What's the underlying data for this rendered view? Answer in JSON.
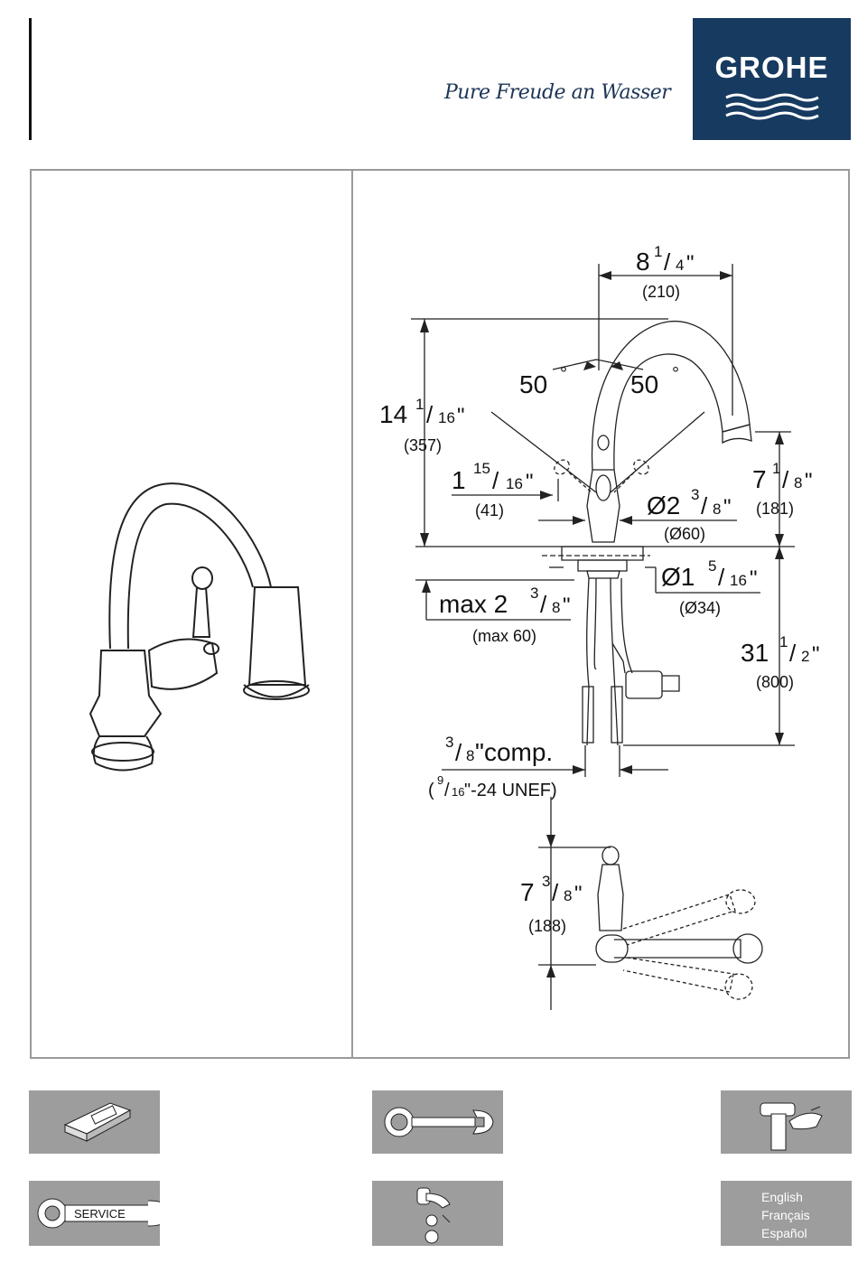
{
  "header": {
    "tagline": "Pure Freude an Wasser",
    "brand": "GROHE",
    "brand_color": "#173a60"
  },
  "dimensions": {
    "width": {
      "main": "8",
      "num": "1",
      "den": "4",
      "quote": "\"",
      "metric": "(210)"
    },
    "height": {
      "main": "14",
      "num": "1",
      "den": "16",
      "quote": "\"",
      "metric": "(357)"
    },
    "angle_left": {
      "value": "50",
      "unit": "°"
    },
    "angle_right": {
      "value": "50",
      "unit": "°"
    },
    "offset": {
      "main": "1",
      "num": "15",
      "den": "16",
      "quote": "\"",
      "metric": "(41)"
    },
    "spout_height": {
      "main": "7",
      "num": "1",
      "den": "8",
      "quote": "\"",
      "metric": "(181)"
    },
    "base_diameter": {
      "main": "Ø2",
      "num": "3",
      "den": "8",
      "quote": "\"",
      "metric": "(Ø60)"
    },
    "hole_diameter": {
      "main": "Ø1",
      "num": "5",
      "den": "16",
      "quote": "\"",
      "metric": "(Ø34)"
    },
    "deck_thickness": {
      "main": "max 2",
      "num": "3",
      "den": "8",
      "quote": "\"",
      "metric": "(max 60)"
    },
    "hose_length": {
      "main": "31",
      "num": "1",
      "den": "2",
      "quote": "\"",
      "metric": "(800)"
    },
    "connection": {
      "num": "3",
      "den": "8",
      "suffix": "\"comp.",
      "paren_open": "(",
      "sub_num": "9",
      "sub_den": "16",
      "sub_rest": "\"-24 UNEF)"
    },
    "handle_height": {
      "main": "7",
      "num": "3",
      "den": "8",
      "quote": "\"",
      "metric": "(188)"
    }
  },
  "panels": [
    {
      "icon": "package-icon"
    },
    {
      "icon": "wrench-icon"
    },
    {
      "icon": "cleaning-icon"
    },
    {
      "icon": "service-wrench-icon",
      "label": "SERVICE"
    },
    {
      "icon": "spare-parts-icon"
    }
  ],
  "languages": [
    "English",
    "Français",
    "Español"
  ]
}
